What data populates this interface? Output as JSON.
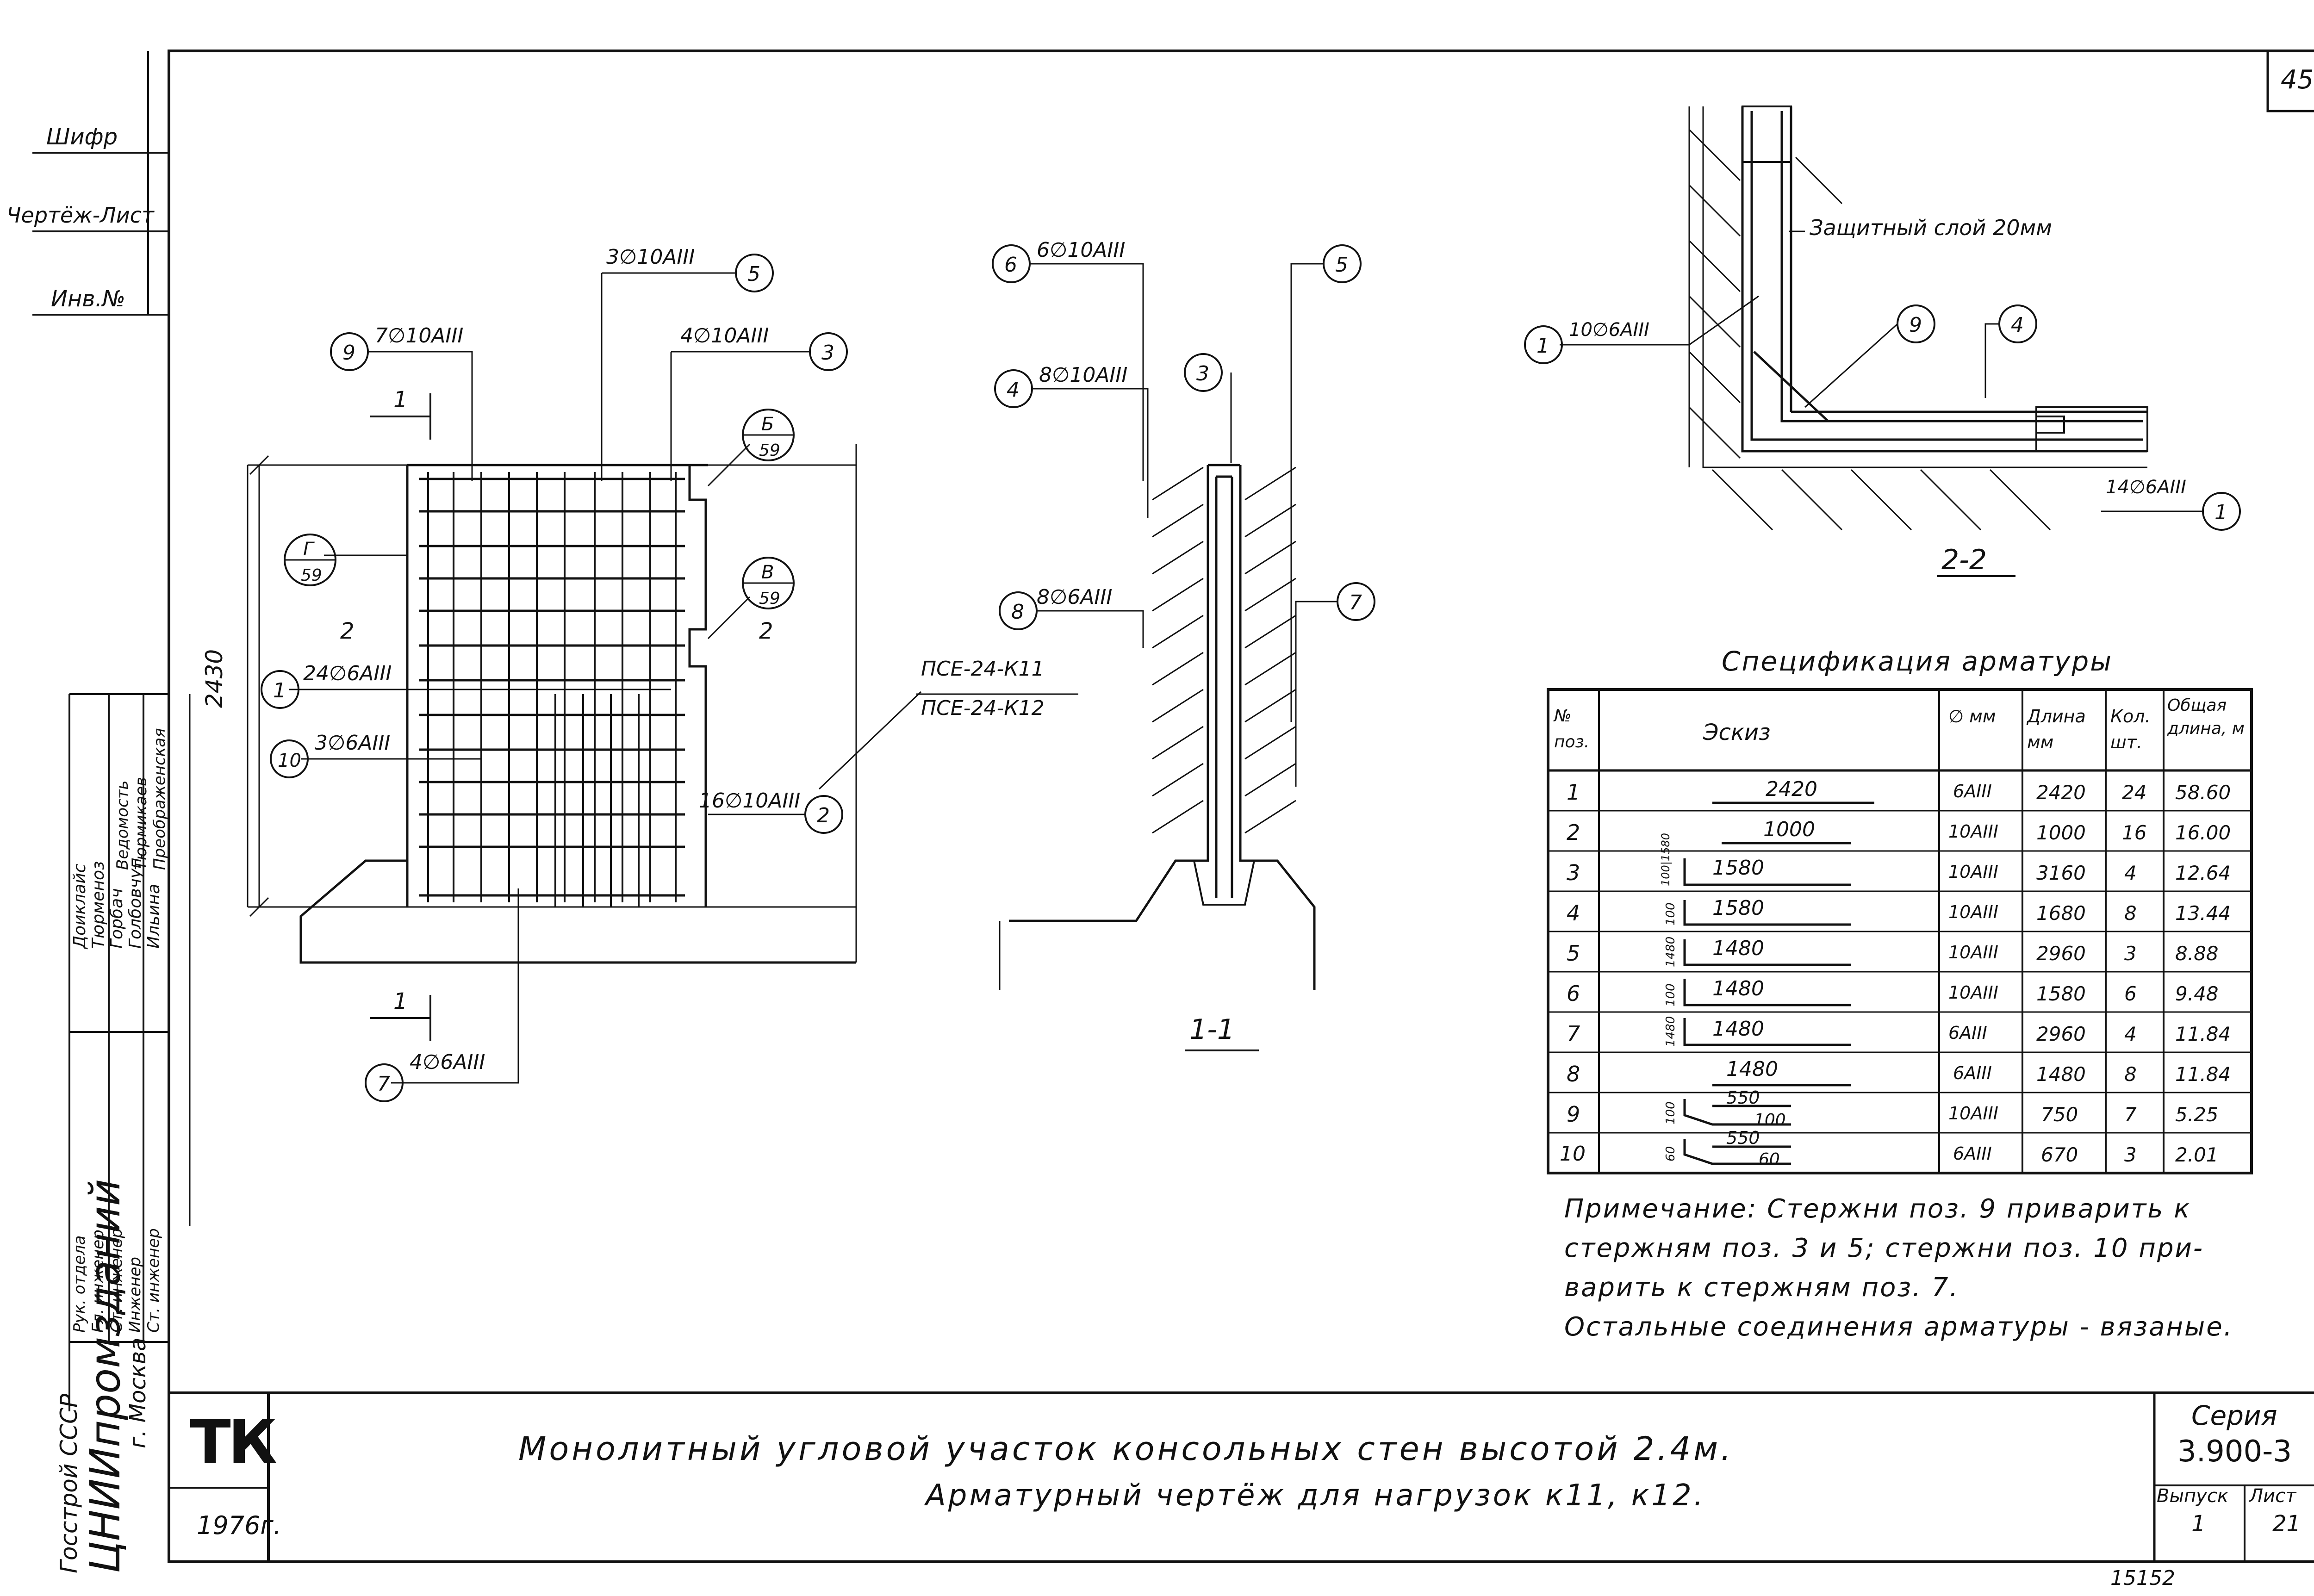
{
  "sheet": {
    "page_number": "45",
    "stamp_left_top": [
      "Шифр",
      "Чертёж-Лист",
      "Инв.№"
    ],
    "logo": "ТК",
    "year": "1976г.",
    "title_line1": "Монолитный угловой участок консольных стен высотой 2.4м.",
    "title_line2": "Арматурный чертёж для нагрузок к11, к12.",
    "series_label": "Серия",
    "series_value": "3.900-3",
    "issue_label": "Выпуск",
    "issue_value": "1",
    "sheet_label": "Лист",
    "sheet_value": "21",
    "bottom_number": "15152",
    "org_lines": [
      "Госстрой СССР",
      "ЦНИИпромзданий",
      "г. Москва"
    ],
    "role_column": [
      "Рук. отдела",
      "Гл. инженер",
      "Ст. инженер",
      "Инженер",
      "Ст. инженер"
    ],
    "name_column_a": [
      "Доиклайс",
      "Тюрменоз",
      "Горбач",
      "Голбовчуп",
      "Ильина"
    ],
    "name_column_b": [
      "Ведомость",
      "Тюрмикаев",
      "Преображенская"
    ]
  },
  "elevation": {
    "height_dim": "2430",
    "section_mark": "1",
    "view_mark_left": "2",
    "view_mark_right": "2",
    "panel_mark_line1": "ПСЕ-24-К11",
    "panel_mark_line2": "ПСЕ-24-К12",
    "callouts": [
      {
        "pos": "9",
        "text": "7∅10AIII"
      },
      {
        "pos": "5",
        "text": "3∅10AIII"
      },
      {
        "pos": "3",
        "text": "4∅10AIII"
      },
      {
        "pos": "1",
        "text": "24∅6AIII"
      },
      {
        "pos": "10",
        "text": "3∅6AIII"
      },
      {
        "pos": "7",
        "text": "4∅6AIII"
      },
      {
        "pos": "2",
        "text": "16∅10AIII"
      }
    ],
    "detail_refs": [
      {
        "top": "Б",
        "bottom": "59"
      },
      {
        "top": "Г",
        "bottom": "59"
      },
      {
        "top": "В",
        "bottom": "59"
      }
    ]
  },
  "section_1_1": {
    "label": "1-1",
    "callouts": [
      {
        "pos": "6",
        "text": "6∅10AIII"
      },
      {
        "pos": "4",
        "text": "8∅10AIII"
      },
      {
        "pos": "3",
        "text": ""
      },
      {
        "pos": "5",
        "text": ""
      },
      {
        "pos": "8",
        "text": "8∅6AIII"
      },
      {
        "pos": "7",
        "text": ""
      }
    ]
  },
  "section_2_2": {
    "label": "2-2",
    "cover_note": "Защитный слой 20мм",
    "callouts": [
      {
        "pos": "1",
        "text": "10∅6AIII"
      },
      {
        "pos": "9",
        "text": ""
      },
      {
        "pos": "4",
        "text": ""
      },
      {
        "pos": "1",
        "text": "14∅6AIII"
      }
    ]
  },
  "spec": {
    "title": "Спецификация арматуры",
    "headers": [
      "№ поз.",
      "Эскиз",
      "∅ мм",
      "Длина мм",
      "Кол. шт.",
      "Общая длина, м"
    ],
    "rows": [
      {
        "pos": "1",
        "sketch": "2420",
        "sketch_side": "",
        "dia": "6AIII",
        "length": "2420",
        "qty": "24",
        "total": "58.60"
      },
      {
        "pos": "2",
        "sketch": "1000",
        "sketch_side": "",
        "dia": "10AIII",
        "length": "1000",
        "qty": "16",
        "total": "16.00"
      },
      {
        "pos": "3",
        "sketch": "1580",
        "sketch_side": "100|1580",
        "dia": "10AIII",
        "length": "3160",
        "qty": "4",
        "total": "12.64"
      },
      {
        "pos": "4",
        "sketch": "1580",
        "sketch_side": "100",
        "dia": "10AIII",
        "length": "1680",
        "qty": "8",
        "total": "13.44"
      },
      {
        "pos": "5",
        "sketch": "1480",
        "sketch_side": "1480",
        "dia": "10AIII",
        "length": "2960",
        "qty": "3",
        "total": "8.88"
      },
      {
        "pos": "6",
        "sketch": "1480",
        "sketch_side": "100",
        "dia": "10AIII",
        "length": "1580",
        "qty": "6",
        "total": "9.48"
      },
      {
        "pos": "7",
        "sketch": "1480",
        "sketch_side": "1480",
        "dia": "6AIII",
        "length": "2960",
        "qty": "4",
        "total": "11.84"
      },
      {
        "pos": "8",
        "sketch": "1480",
        "sketch_side": "",
        "dia": "6AIII",
        "length": "1480",
        "qty": "8",
        "total": "11.84"
      },
      {
        "pos": "9",
        "sketch": "550",
        "sketch_side": "100",
        "sketch_extra": "100",
        "dia": "10AIII",
        "length": "750",
        "qty": "7",
        "total": "5.25"
      },
      {
        "pos": "10",
        "sketch": "550",
        "sketch_side": "60",
        "sketch_extra": "60",
        "dia": "6AIII",
        "length": "670",
        "qty": "3",
        "total": "2.01"
      }
    ]
  },
  "note": {
    "line1": "Примечание: Стержни поз. 9 приварить к",
    "line2": "стержням поз. 3 и 5; стержни поз. 10 при-",
    "line3": "варить к стержням поз. 7.",
    "line4": "Остальные соединения арматуры - вязаные."
  }
}
